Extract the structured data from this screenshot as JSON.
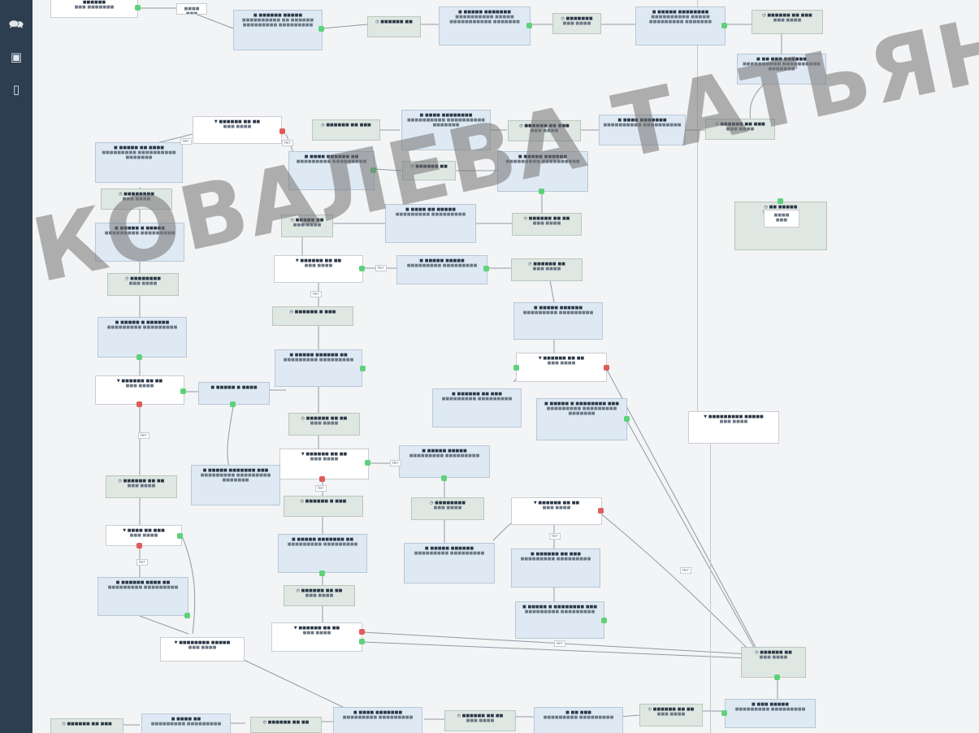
{
  "sidebar": {
    "icons": [
      "chat-bubbles-icon",
      "image-window-icon",
      "phone-icon"
    ]
  },
  "diagram": {
    "watermark": "КОВАЛЕВА ТАТЬЯНА",
    "colors": {
      "action": "#dfe9f4",
      "wait": "#dfe7e2",
      "condition": "#ffffff",
      "port_yes": "#5ed27a",
      "port_no": "#e05b5b"
    },
    "edge_labels": [
      "Нет",
      "Нет",
      "Нет",
      "Нет",
      "Нет",
      "Нет",
      "Нет",
      "Нет",
      "Нет",
      "Нет",
      "Нет"
    ]
  }
}
